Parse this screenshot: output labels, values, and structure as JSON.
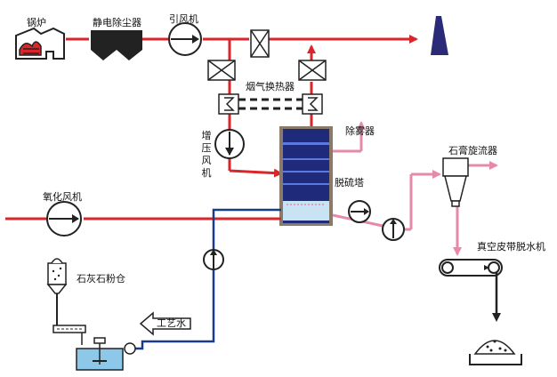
{
  "labels": {
    "boiler": "锅炉",
    "esp": "静电除尘器",
    "id_fan": "引风机",
    "ggh": "烟气换热器",
    "booster_fan": "增压风机",
    "demister": "除雾器",
    "absorber": "脱硫塔",
    "oxidation_fan": "氧化风机",
    "gypsum_cyclone": "石膏旋流器",
    "vacuum_filter": "真空皮带脱水机",
    "limestone_silo": "石灰石粉仓",
    "process_water": "工艺水"
  },
  "colors": {
    "flue_gas_raw": "#d9262b",
    "flue_gas_clean": "#d9262b",
    "slurry": "#e58aa8",
    "water": "#1a3a8c",
    "absorber_body": "#1f2a7a",
    "stack": "#2a2a78",
    "esp": "#222222"
  }
}
